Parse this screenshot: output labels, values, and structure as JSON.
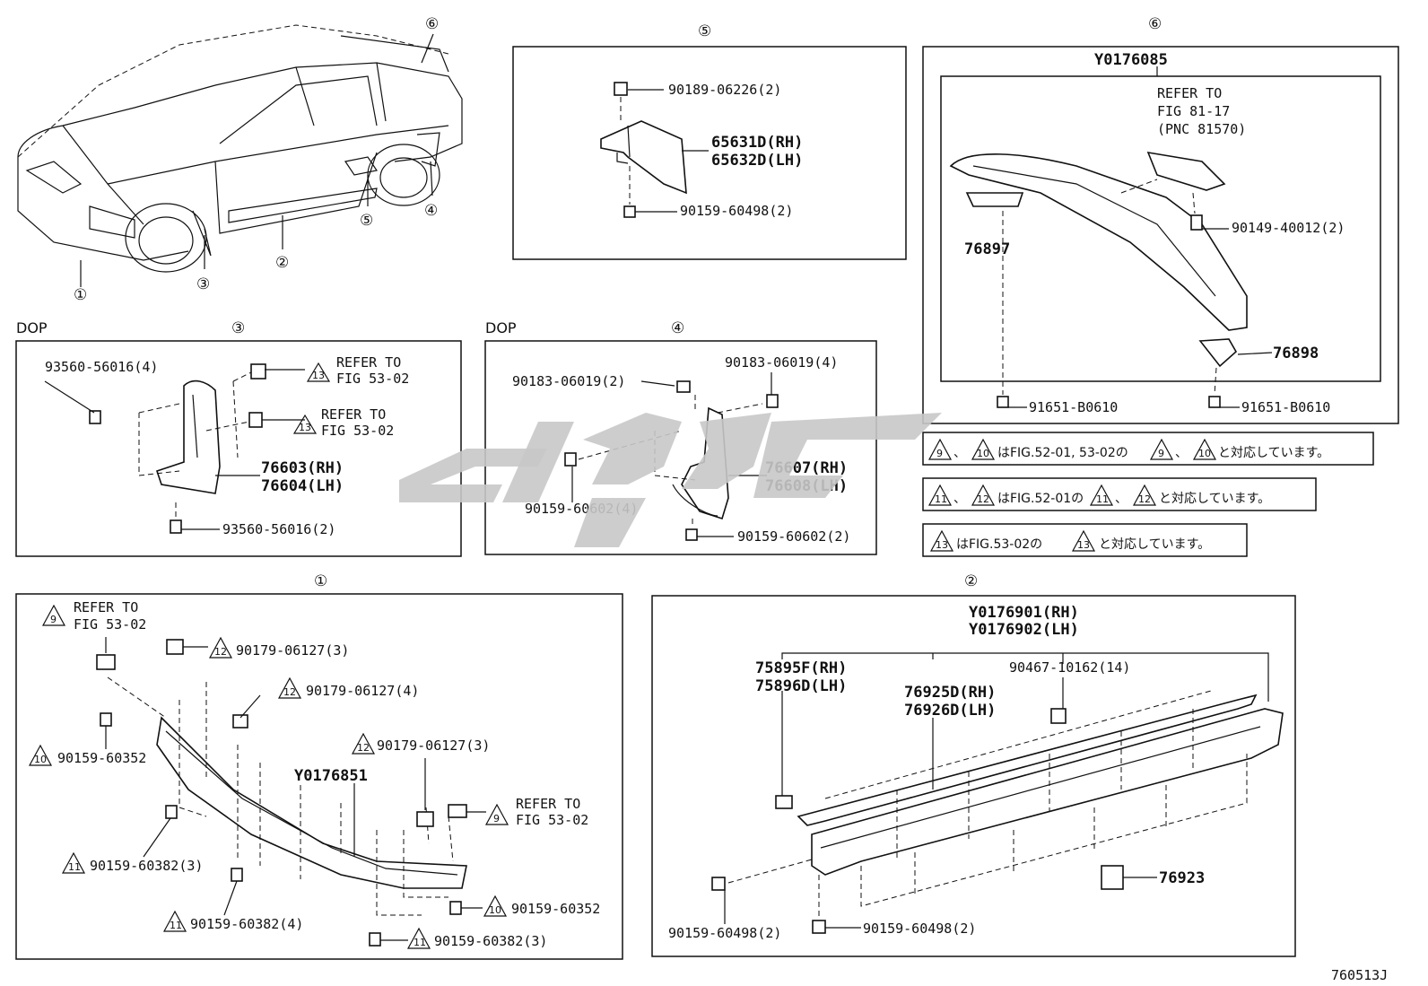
{
  "callouts": {
    "c1": "①",
    "c2": "②",
    "c3": "③",
    "c4": "④",
    "c5": "⑤",
    "c6": "⑥"
  },
  "dop_label": "DOP",
  "figure_code": "760513J",
  "panel5": {
    "part1": "90189-06226(2)",
    "part2a": "65631D(RH)",
    "part2b": "65632D(LH)",
    "part3": "90159-60498(2)"
  },
  "panel6": {
    "top_code": "Y0176085",
    "refer_a": "REFER TO",
    "refer_b": "FIG 81-17",
    "refer_c": "(PNC 81570)",
    "part_76897": "76897",
    "part_90149": "90149-40012(2)",
    "part_76898": "76898",
    "part_91651a": "91651-B0610",
    "part_91651b": "91651-B0610"
  },
  "panel3": {
    "part_93560a": "93560-56016(4)",
    "refer1a": "REFER TO",
    "refer1b": "FIG 53-02",
    "refer2a": "REFER TO",
    "refer2b": "FIG 53-02",
    "part_rh": "76603(RH)",
    "part_lh": "76604(LH)",
    "part_93560b": "93560-56016(2)"
  },
  "panel4": {
    "part_a": "90183-06019(2)",
    "part_b": "90183-06019(4)",
    "part_rh": "76607(RH)",
    "part_lh": "76608(LH)",
    "part_c": "90159-60602(4)",
    "part_d": "90159-60602(2)"
  },
  "notes": {
    "n1_text": "はFIG.52-01, 53-02の",
    "n1_tail": "と対応しています。",
    "n2_text": "はFIG.52-01の",
    "n2_tail": "と対応しています。",
    "n3_text": "はFIG.53-02の",
    "n3_tail": "と対応しています。",
    "comma": "、"
  },
  "triangles": {
    "t9": "9",
    "t10": "10",
    "t11": "11",
    "t12": "12",
    "t13": "13"
  },
  "panel1": {
    "refer_a1": "REFER TO",
    "refer_a2": "FIG 53-02",
    "p_12a": "90179-06127(3)",
    "p_12b": "90179-06127(4)",
    "p_10a": "90159-60352",
    "p_12c": "90179-06127(3)",
    "center": "Y0176851",
    "refer_b1": "REFER TO",
    "refer_b2": "FIG 53-02",
    "p_11a": "90159-60382(3)",
    "p_10b": "90159-60352",
    "p_11b": "90159-60382(4)",
    "p_11c": "90159-60382(3)"
  },
  "panel2": {
    "top1": "Y0176901(RH)",
    "top2": "Y0176902(LH)",
    "p75_a": "75895F(RH)",
    "p75_b": "75896D(LH)",
    "p76_a": "76925D(RH)",
    "p76_b": "76926D(LH)",
    "p90467": "90467-10162(14)",
    "p76923": "76923",
    "p_bl": "90159-60498(2)",
    "p_br": "90159-60498(2)"
  }
}
